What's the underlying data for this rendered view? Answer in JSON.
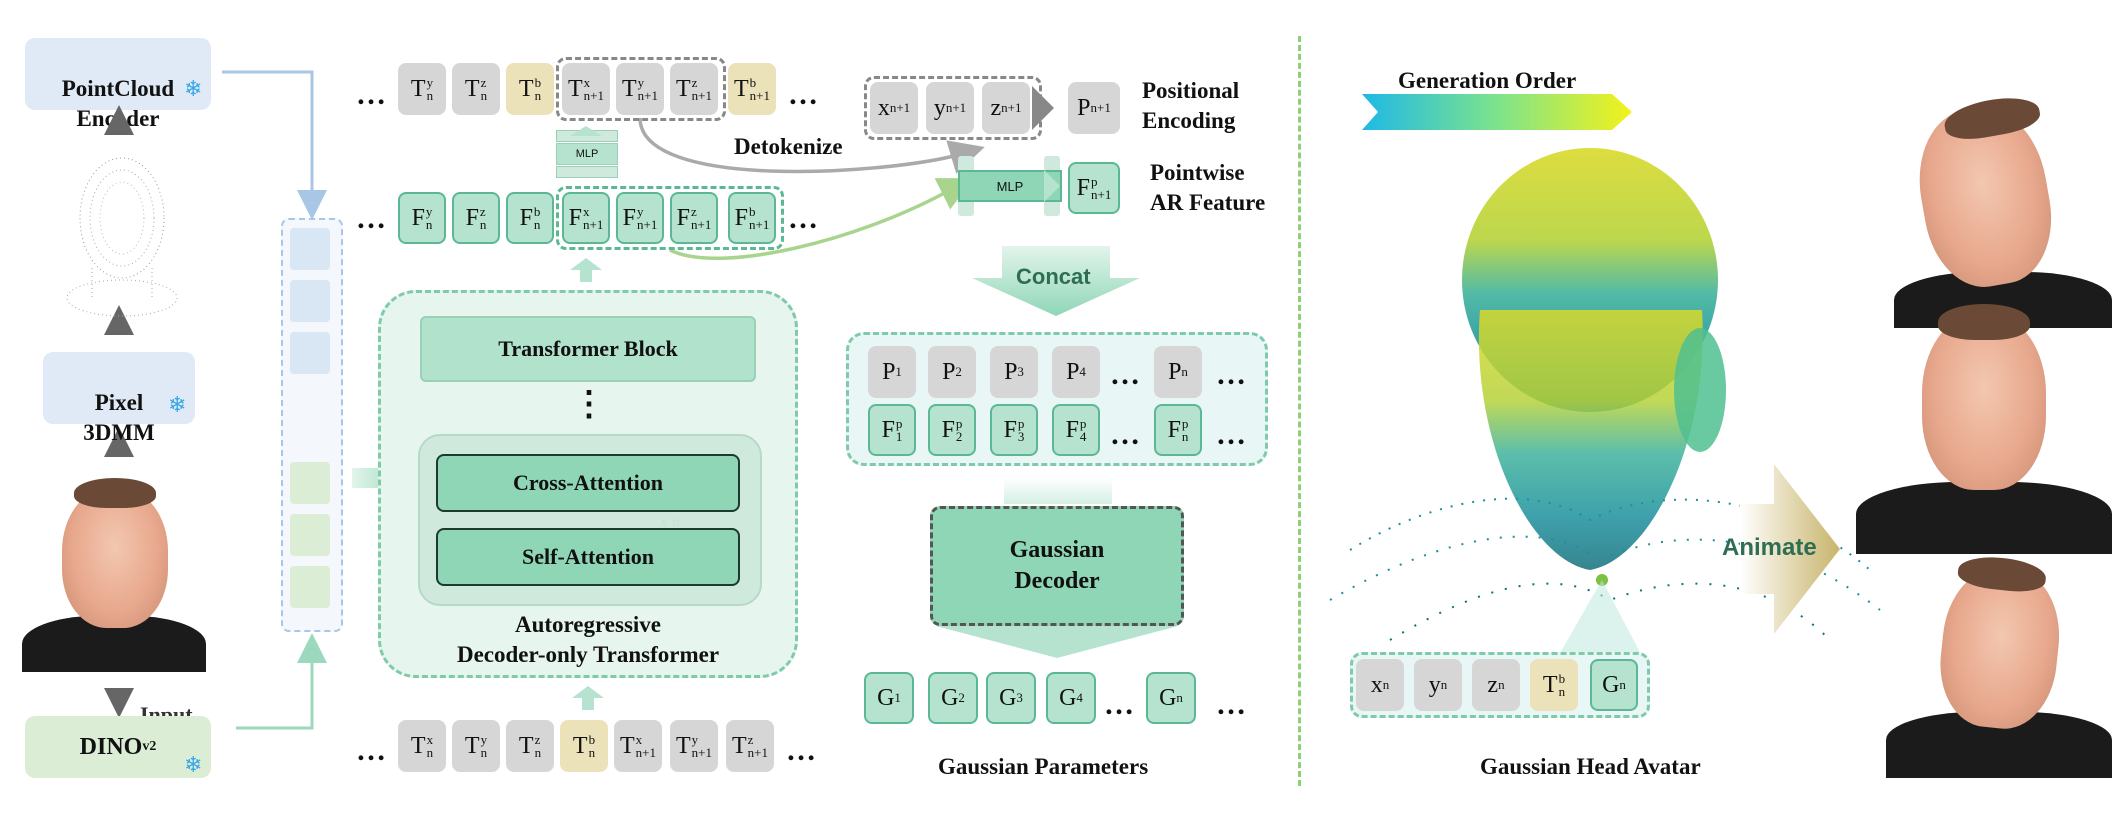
{
  "left": {
    "pointcloud_encoder": "PointCloud\nEncoder",
    "pixel_3dmm": "Pixel\n3DMM",
    "dino": "DINO",
    "dino_sub": "v2",
    "partial_label": "Input"
  },
  "tokens": {
    "ellipsis": "…",
    "ellipsis_dots": "…",
    "T": "T",
    "F": "F",
    "x": "x",
    "y": "y",
    "z": "z",
    "b": "b",
    "n": "n",
    "n1": "n+1",
    "P": "P",
    "G": "G",
    "p": "p"
  },
  "center": {
    "mlp_small": "MLP",
    "mlp_right": "MLP",
    "detokenize": "Detokenize",
    "transformer_block": "Transformer Block",
    "vdots": "⋮",
    "cross_attention": "Cross-Attention",
    "self_attention": "Self-Attention",
    "ar_title": "Autoregressive\nDecoder-only Transformer",
    "partial_label": "x n"
  },
  "right_mid": {
    "positional_encoding": "Positional\nEncoding",
    "pointwise_ar_feature": "Pointwise\nAR Feature",
    "concat": "Concat",
    "gaussian_decoder": "Gaussian\nDecoder",
    "gaussian_parameters": "Gaussian Parameters"
  },
  "right": {
    "generation_order": "Generation Order",
    "animate": "Animate",
    "gaussian_head_avatar": "Gaussian Head Avatar"
  },
  "colors": {
    "token_gray": "#d6d6d6",
    "token_beige": "#ece2b9",
    "token_green": "#b5e3cf",
    "green_accent": "#5cb894",
    "blue_box": "#dfeaf6",
    "snow": "#3aa5e6"
  },
  "icons": [
    "snowflake-icon",
    "right-arrow-icon",
    "down-arrow-icon",
    "up-arrow-icon"
  ]
}
